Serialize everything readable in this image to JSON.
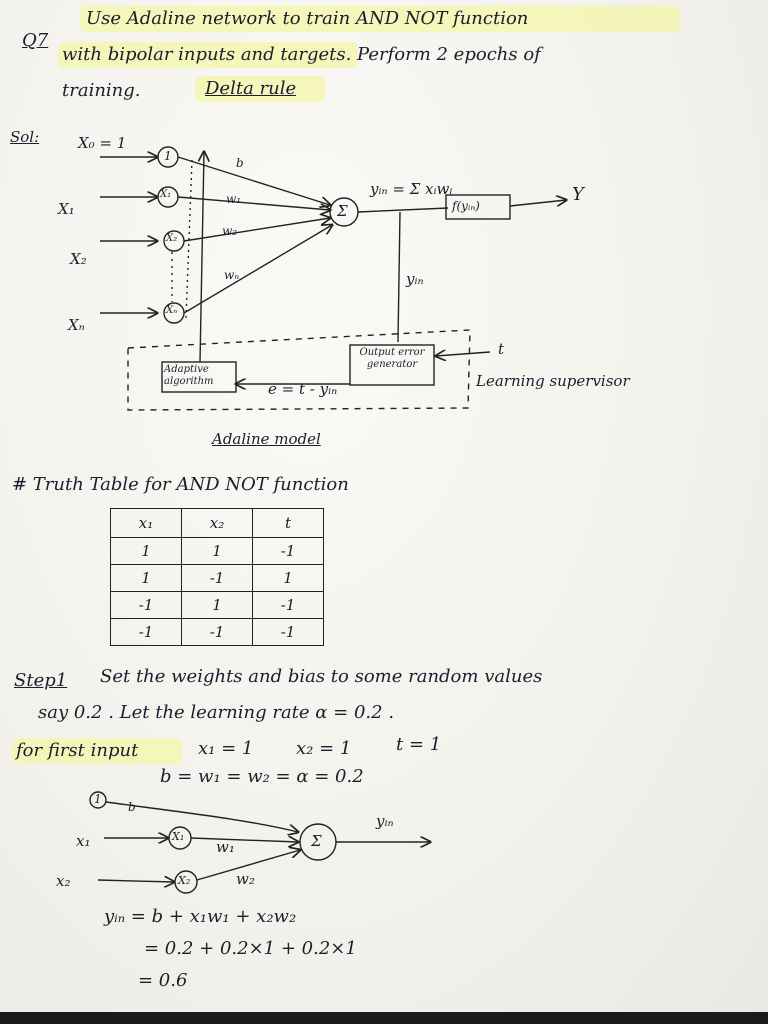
{
  "question": {
    "number": "Q7",
    "line1": "Use Adaline network to train AND NOT function",
    "line2": "with bipolar inputs and targets. Perform 2 epochs of",
    "line3": "training.",
    "rule": "Delta rule"
  },
  "solution_label": "Sol:",
  "adaline_diagram": {
    "x0": "X₀ = 1",
    "x1": "X₁",
    "x2": "X₂",
    "xn": "Xₙ",
    "node1": "1",
    "nodeX1": "X₁",
    "nodeX2": "X₂",
    "nodeXn": "Xₙ",
    "b": "b",
    "w1": "w₁",
    "w2": "w₂",
    "wn": "wₙ",
    "sum": "Σ",
    "yin_eq": "yᵢₙ = Σ xᵢwᵢ",
    "fyin": "f(yᵢₙ)",
    "Y": "Y",
    "yin": "yᵢₙ",
    "t": "t",
    "adaptive": "Adaptive algorithm",
    "error_gen": "Output error generator",
    "error_eq": "e = t - yᵢₙ",
    "learning_supervisor": "Learning supervisor",
    "caption": "Adaline model"
  },
  "truth_table": {
    "title": "# Truth Table for AND NOT function",
    "headers": [
      "x₁",
      "x₂",
      "t"
    ],
    "rows": [
      [
        "1",
        "1",
        "-1"
      ],
      [
        "1",
        "-1",
        "1"
      ],
      [
        "-1",
        "1",
        "-1"
      ],
      [
        "-1",
        "-1",
        "-1"
      ]
    ]
  },
  "step1": {
    "label": "Step1",
    "line1": "Set the weights and bias to some random values",
    "line2": "say 0.2 . Let the learning rate α = 0.2 .",
    "line3_a": "for first input",
    "line3_b": "x₁ = 1",
    "line3_c": "x₂ = 1",
    "line3_d": "t = 1",
    "line4": "b = w₁ = w₂ = α = 0.2"
  },
  "small_diagram": {
    "node1": "1",
    "b": "b",
    "x1": "x₁",
    "x2": "x₂",
    "nodeX1": "X₁",
    "nodeX2": "X₂",
    "w1": "w₁",
    "w2": "w₂",
    "sum": "Σ",
    "yin": "yᵢₙ"
  },
  "calc": {
    "line1": "yᵢₙ =  b + x₁w₁ + x₂w₂",
    "line2": "=  0.2 + 0.2×1 + 0.2×1",
    "line3": "= 0.6"
  }
}
